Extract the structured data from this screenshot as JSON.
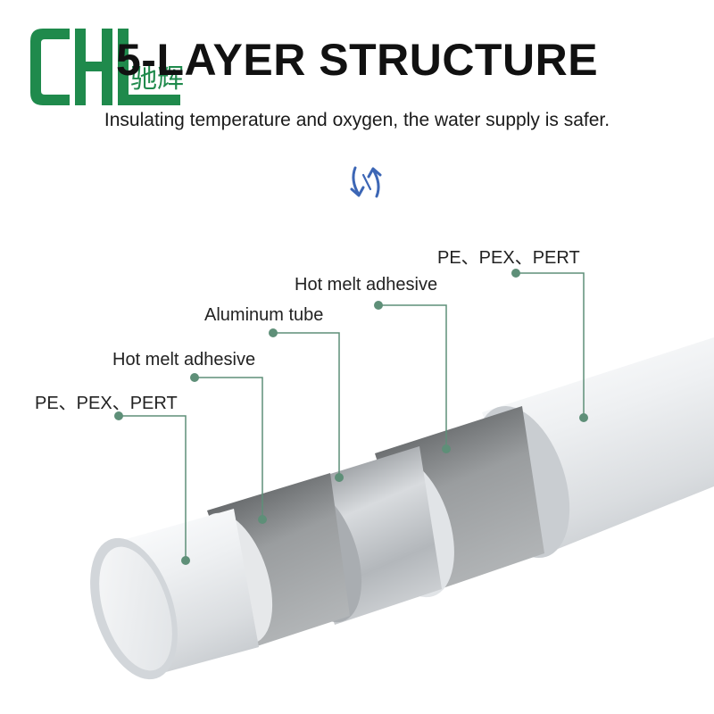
{
  "header": {
    "title": "5-LAYER STRUCTURE",
    "subtitle": "Insulating temperature and oxygen, the water supply is safer."
  },
  "logo": {
    "letters": "CHL",
    "chinese": "驰辉",
    "brand_color": "#1f8a4c"
  },
  "icons": {
    "swap": "swap-arrows-icon",
    "swap_color": "#3c66b5"
  },
  "layers": [
    {
      "label": "PE、PEX、PERT"
    },
    {
      "label": "Hot melt adhesive"
    },
    {
      "label": "Aluminum tube"
    },
    {
      "label": "Hot melt adhesive"
    },
    {
      "label": "PE、PEX、PERT"
    }
  ],
  "colors": {
    "leader_line": "#5e8f78",
    "pipe_white": "#e9ebed",
    "adhesive_gray": "#8b8e90",
    "aluminum": "#c4c8cc"
  }
}
